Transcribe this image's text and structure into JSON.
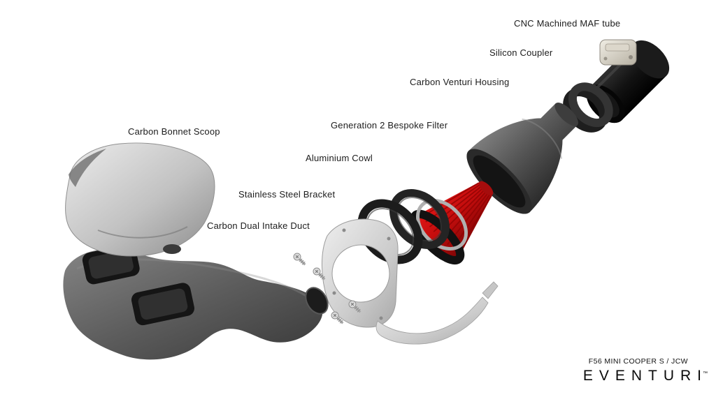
{
  "labels": {
    "maf_tube": "CNC Machined MAF tube",
    "silicon_coupler": "Silicon Coupler",
    "venturi_housing": "Carbon Venturi Housing",
    "bespoke_filter": "Generation 2 Bespoke Filter",
    "aluminium_cowl": "Aluminium Cowl",
    "steel_bracket": "Stainless Steel Bracket",
    "intake_duct": "Carbon Dual Intake Duct",
    "bonnet_scoop": "Carbon Bonnet Scoop"
  },
  "footer": {
    "model": "F56 MINI COOPER S / JCW",
    "brand": "EVENTURI",
    "trademark": "™"
  },
  "colors": {
    "background": "#ffffff",
    "filter_red": "#c21313",
    "carbon_gray": "#4d4d4d",
    "metal_light": "#d9d9d9",
    "label_text": "#1c1c1c"
  }
}
